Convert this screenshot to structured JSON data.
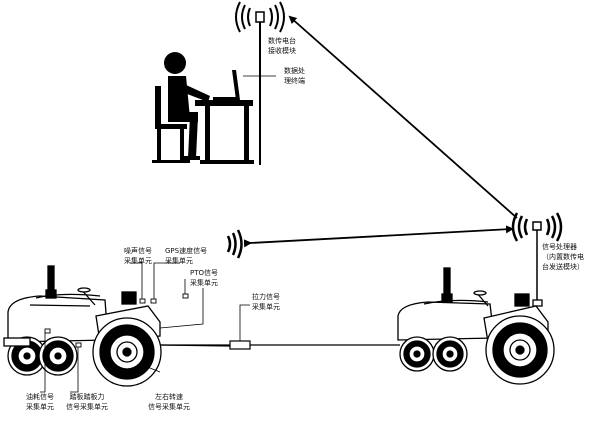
{
  "labels": {
    "radio_receiver": [
      "数传电台",
      "接收模块"
    ],
    "data_terminal": [
      "数据处",
      "理终端"
    ],
    "signal_processor": [
      "信号处理器",
      "（内置数传电",
      "台发送模块）"
    ],
    "noise": [
      "噪声信号",
      "采集单元"
    ],
    "gps_speed": [
      "GPS速度信号",
      "采集单元"
    ],
    "pto": [
      "PTO信号",
      "采集单元"
    ],
    "tension": [
      "拉力信号",
      "采集单元"
    ],
    "fuel": [
      "油耗信号",
      "采集单元"
    ],
    "pedal": [
      "踏板踏板力",
      "信号采集单元"
    ],
    "wheel_speed": [
      "左右转速",
      "信号采集单元"
    ]
  },
  "colors": {
    "line": "#000000",
    "background": "#ffffff"
  }
}
